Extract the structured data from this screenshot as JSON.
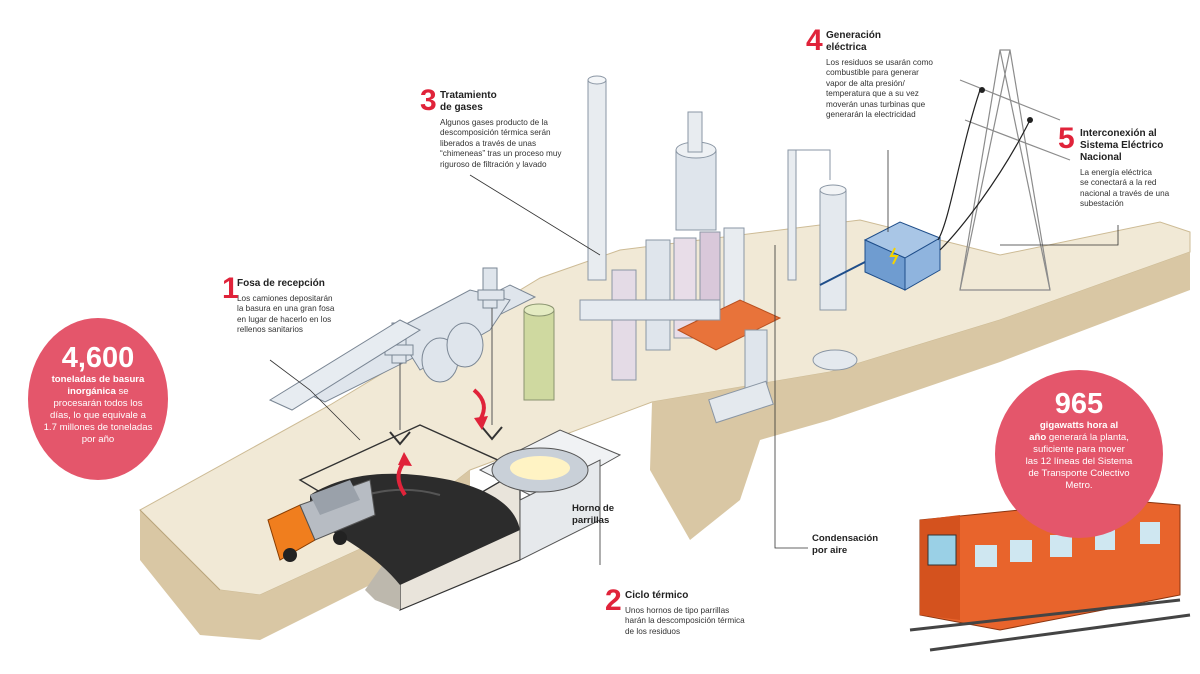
{
  "steps": [
    {
      "num": "1",
      "title": "Fosa de recepción",
      "text": "Los camiones depositarán\nla basura en una gran fosa\nen lugar de hacerlo en los\nrellenos sanitarios"
    },
    {
      "num": "2",
      "title": "Ciclo térmico",
      "text": "Unos hornos de tipo parrillas\nharán la descomposición térmica\nde los residuos"
    },
    {
      "num": "3",
      "title": "Tratamiento\nde gases",
      "text": "Algunos gases producto de la\ndescomposición térmica serán\nliberados a través de unas\n“chimeneas” tras un proceso muy\nriguroso de filtración y lavado"
    },
    {
      "num": "4",
      "title": "Generación\neléctrica",
      "text": "Los residuos se usarán como\ncombustible para generar\nvapor de alta presión/\ntemperatura que a su vez\nmoverán unas turbinas que\ngenerarán la electricidad"
    },
    {
      "num": "5",
      "title": "Interconexión al\nSistema Eléctrico\nNacional",
      "text": "La energía eléctrica\nse conectará a la red\nnacional a través de una\nsubestación"
    }
  ],
  "labels": {
    "horno": "Horno de\nparrillas",
    "condensacion": "Condensación\npor aire"
  },
  "stat_left": {
    "value": "4,600",
    "bold": "toneladas de basura\ninorgánica",
    "rest": " se\nprocesarán todos los\ndías, lo que equivale a\n1.7 millones de toneladas\npor año"
  },
  "stat_right": {
    "value": "965",
    "bold": "gigawatts hora al\naño",
    "rest": " generará la planta,\nsuficiente para mover\nlas 12 líneas del Sistema\nde Transporte Colectivo\nMetro."
  },
  "colors": {
    "accent": "#e0233a",
    "bubble": "#e4566b",
    "ground_top": "#f1e9d6",
    "ground_side": "#d9c7a4",
    "equipment": "#dfe5ec",
    "metro": "#e8642c",
    "truck": "#f07e1e",
    "pit": "#2c2c2c"
  }
}
